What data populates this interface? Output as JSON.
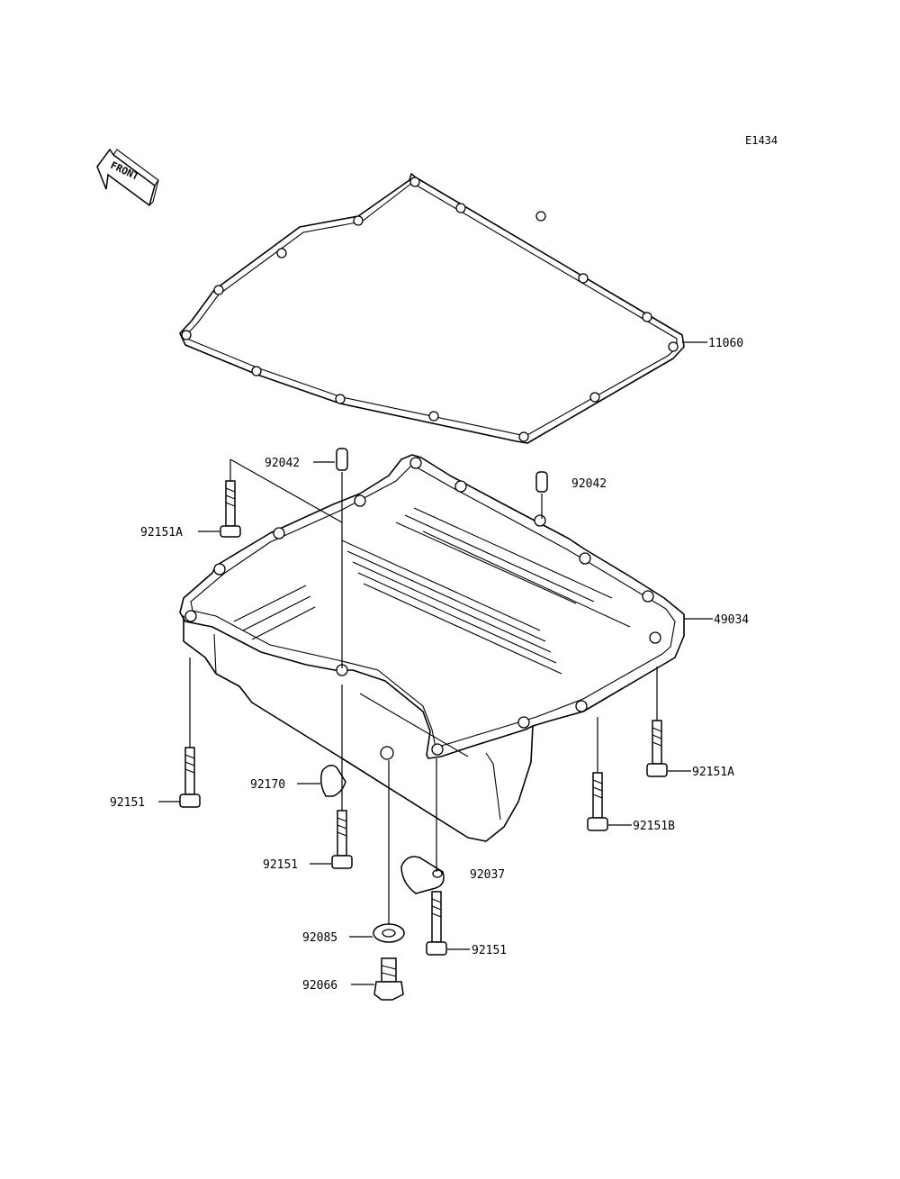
{
  "diagram_code": "E1434",
  "front_label": "FRONT",
  "labels": {
    "gasket": "11060",
    "dowel_left": "92042",
    "dowel_right": "92042",
    "oil_pan": "49034",
    "bolt_a_left": "92151A",
    "bolt_a_right": "92151A",
    "bolt_b_right": "92151B",
    "bolt_left": "92151",
    "bolt_center": "92151",
    "bolt_lower": "92151",
    "clamp_left": "92170",
    "clamp_right": "92037",
    "washer": "92085",
    "drain_plug": "92066"
  }
}
